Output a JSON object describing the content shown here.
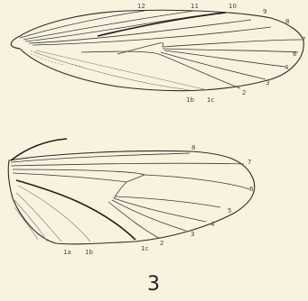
{
  "figure_number": "3",
  "forewing": {
    "labels": {
      "v12": "12",
      "v11": "11",
      "v10": "10",
      "v9": "9",
      "v8": "8",
      "v7": "7",
      "v6": "6",
      "v4": "4",
      "v3": "3",
      "v2": "2",
      "v1c": "1c",
      "v1b": "1b"
    }
  },
  "hindwing": {
    "labels": {
      "v8": "8",
      "v7": "7",
      "v6": "6",
      "v5": "5",
      "v4": "4",
      "v3": "3",
      "v2": "2",
      "v1c": "1c",
      "v1b": "1b",
      "v1a": "1a"
    }
  }
}
